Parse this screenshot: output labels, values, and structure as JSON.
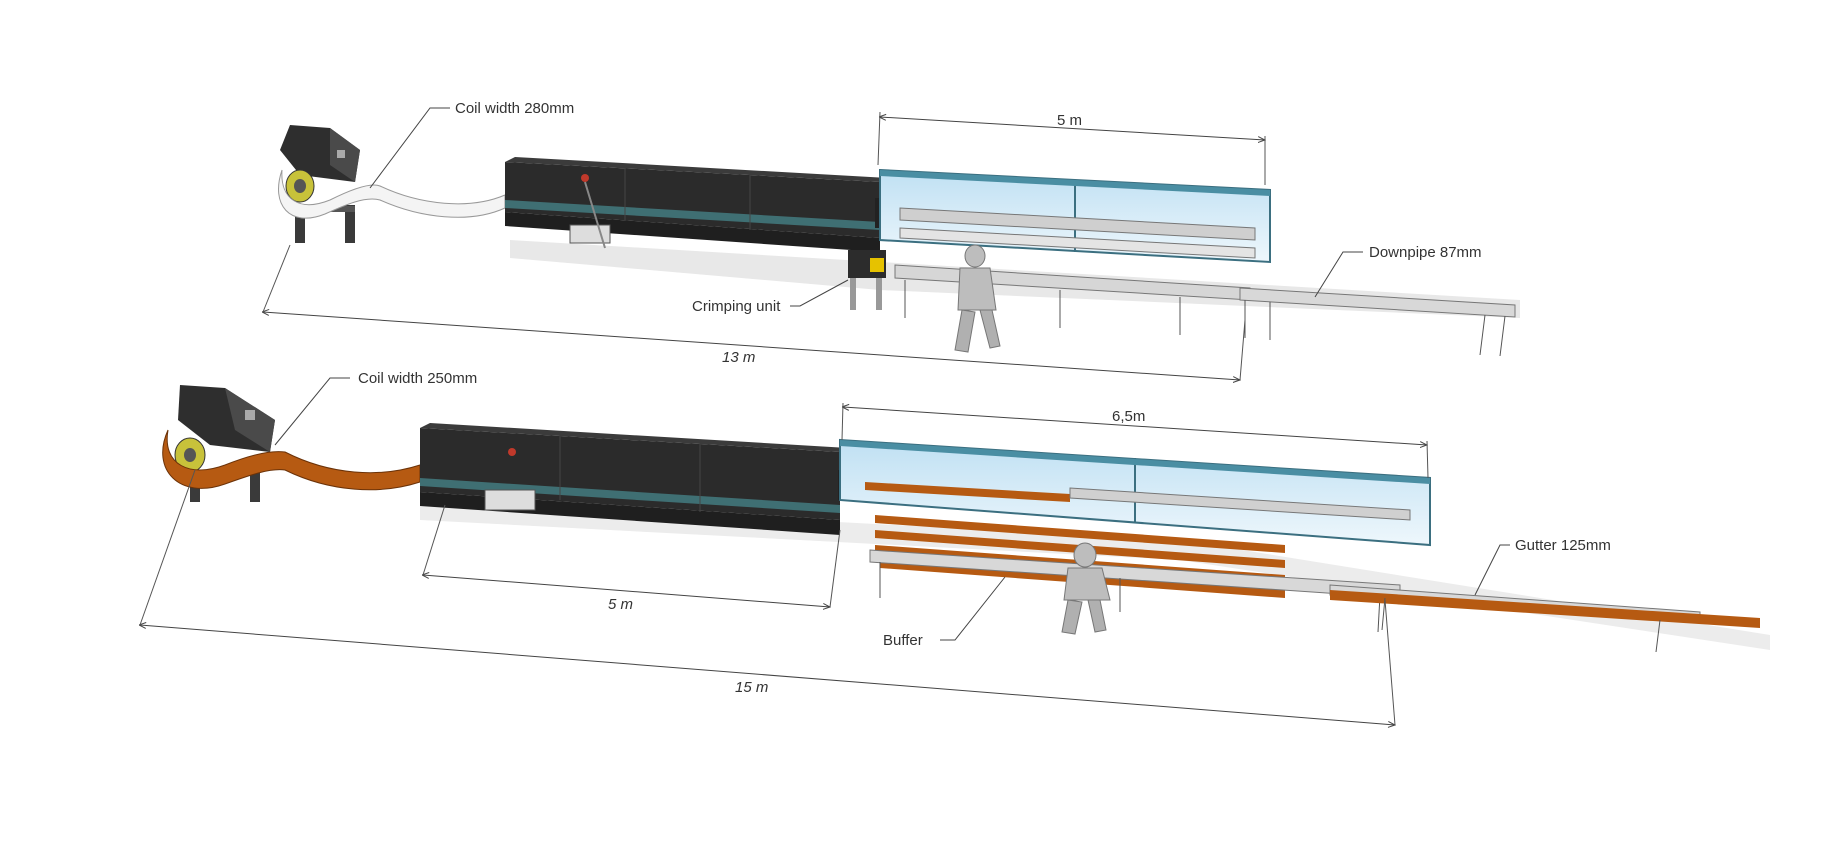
{
  "lines": [
    {
      "coil_label": "Coil width 280mm",
      "crimp_label": "Crimping unit",
      "product_label": "Downpipe 87mm",
      "dim_total": "13 m",
      "dim_buffer": "5 m"
    },
    {
      "coil_label": "Coil width 250mm",
      "buffer_label": "Buffer",
      "product_label": "Gutter 125mm",
      "dim_total": "15 m",
      "dim_machine": "5 m",
      "dim_buffer": "6,5m"
    }
  ],
  "colors": {
    "machine_body": "#2b2b2b",
    "machine_stripe": "#3f6f73",
    "coil_white": "#f2f2f2",
    "coil_copper": "#b65a12",
    "glass": "#cfe6f5",
    "frame": "#9a9a9a",
    "figure": "#bdbdbd"
  }
}
